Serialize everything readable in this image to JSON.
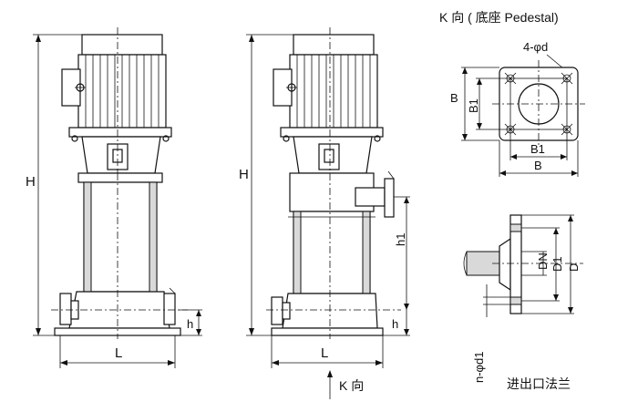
{
  "pump_left": {
    "dim_height": "H",
    "dim_length": "L",
    "dim_inlet_height": "h"
  },
  "pump_right": {
    "dim_height": "H",
    "dim_length": "L",
    "dim_inlet_height": "h",
    "dim_outlet_height": "h1",
    "view_arrow_label": "K 向"
  },
  "pedestal": {
    "title": "K 向 ( 底座 Pedestal)",
    "holes_label": "4-φd",
    "dim_B": "B",
    "dim_B1_vertical": "B1",
    "dim_B1_horizontal": "B1",
    "dim_B_horizontal": "B"
  },
  "flange": {
    "dim_DN": "DN",
    "dim_D1": "D1",
    "dim_D": "D",
    "bolts_label": "n-φd1",
    "caption": "进出口法兰"
  }
}
